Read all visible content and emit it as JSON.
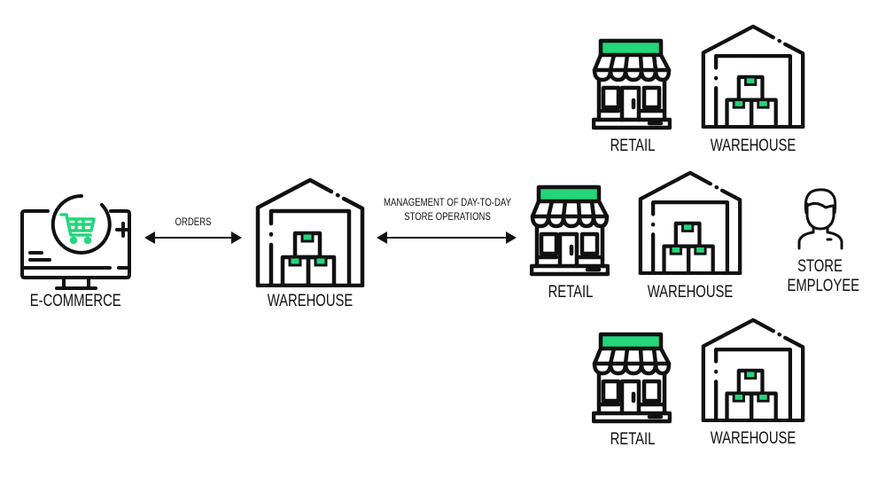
{
  "colors": {
    "stroke": "#111111",
    "accent": "#22d67a",
    "background": "#ffffff"
  },
  "nodes": {
    "ecommerce": {
      "label": "E-COMMERCE",
      "icon": "computer-cart-icon"
    },
    "warehouse_main": {
      "label": "WAREHOUSE",
      "icon": "warehouse-icon"
    },
    "retail_top": {
      "label": "RETAIL",
      "icon": "store-icon"
    },
    "warehouse_top": {
      "label": "WAREHOUSE",
      "icon": "warehouse-icon"
    },
    "retail_mid": {
      "label": "RETAIL",
      "icon": "store-icon"
    },
    "warehouse_mid": {
      "label": "WAREHOUSE",
      "icon": "warehouse-icon"
    },
    "employee": {
      "label_line1": "STORE",
      "label_line2": "EMPLOYEE",
      "icon": "person-icon"
    },
    "retail_bot": {
      "label": "RETAIL",
      "icon": "store-icon"
    },
    "warehouse_bot": {
      "label": "WAREHOUSE",
      "icon": "warehouse-icon"
    }
  },
  "edges": {
    "orders": {
      "label": "ORDERS",
      "from": "ecommerce",
      "to": "warehouse_main",
      "direction": "bidirectional"
    },
    "management": {
      "label_line1": "MANAGEMENT OF DAY-TO-DAY",
      "label_line2": "STORE OPERATIONS",
      "from": "warehouse_main",
      "to": "retail_mid",
      "direction": "bidirectional"
    }
  }
}
